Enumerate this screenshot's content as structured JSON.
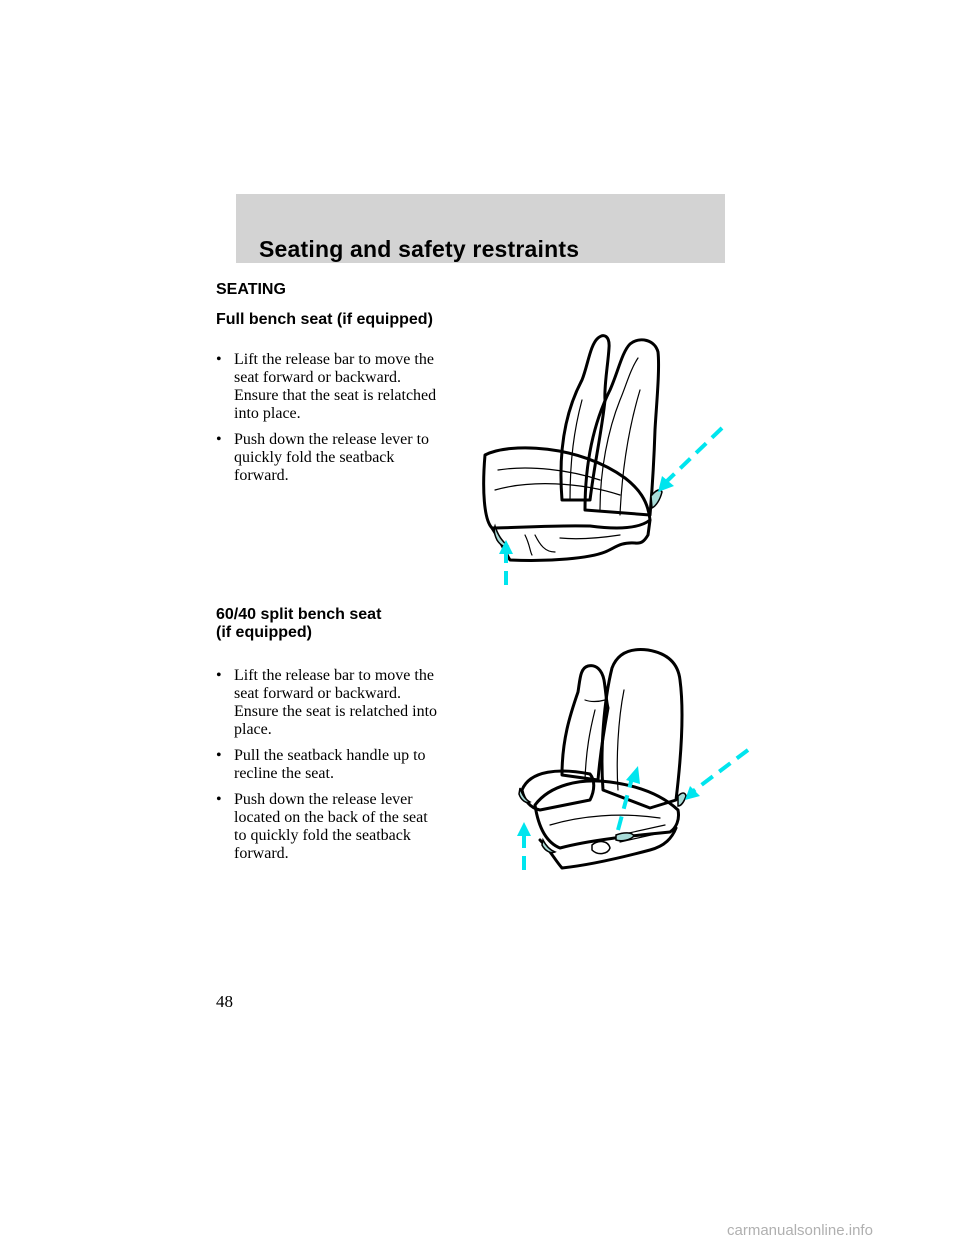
{
  "header": {
    "title": "Seating and safety restraints"
  },
  "section": {
    "heading": "SEATING"
  },
  "full_bench": {
    "heading": "Full bench seat (if equipped)",
    "bullets": [
      "Lift the release bar to move the\nseat forward or backward.\nEnsure that the seat is relatched\ninto place.",
      "Push down the release lever to\nquickly fold the seatback\nforward."
    ]
  },
  "split_bench": {
    "heading_line1": "60/40 split bench seat",
    "heading_line2": "(if equipped)",
    "bullets": [
      "Lift the release bar to move the\nseat forward or backward.\nEnsure the seat is relatched into\nplace.",
      "Pull the seatback handle up to\nrecline the seat.",
      "Push down the release lever\nlocated on the back of the seat\nto quickly fold the seatback\nforward."
    ]
  },
  "bullet_glyph": "•",
  "page_number": "48",
  "footer": {
    "watermark": "carmanualsonline.info"
  },
  "colors": {
    "header_band": "#d3d3d3",
    "accent_arrow": "#00e5ee",
    "accent_fill": "#a9dcd8"
  }
}
